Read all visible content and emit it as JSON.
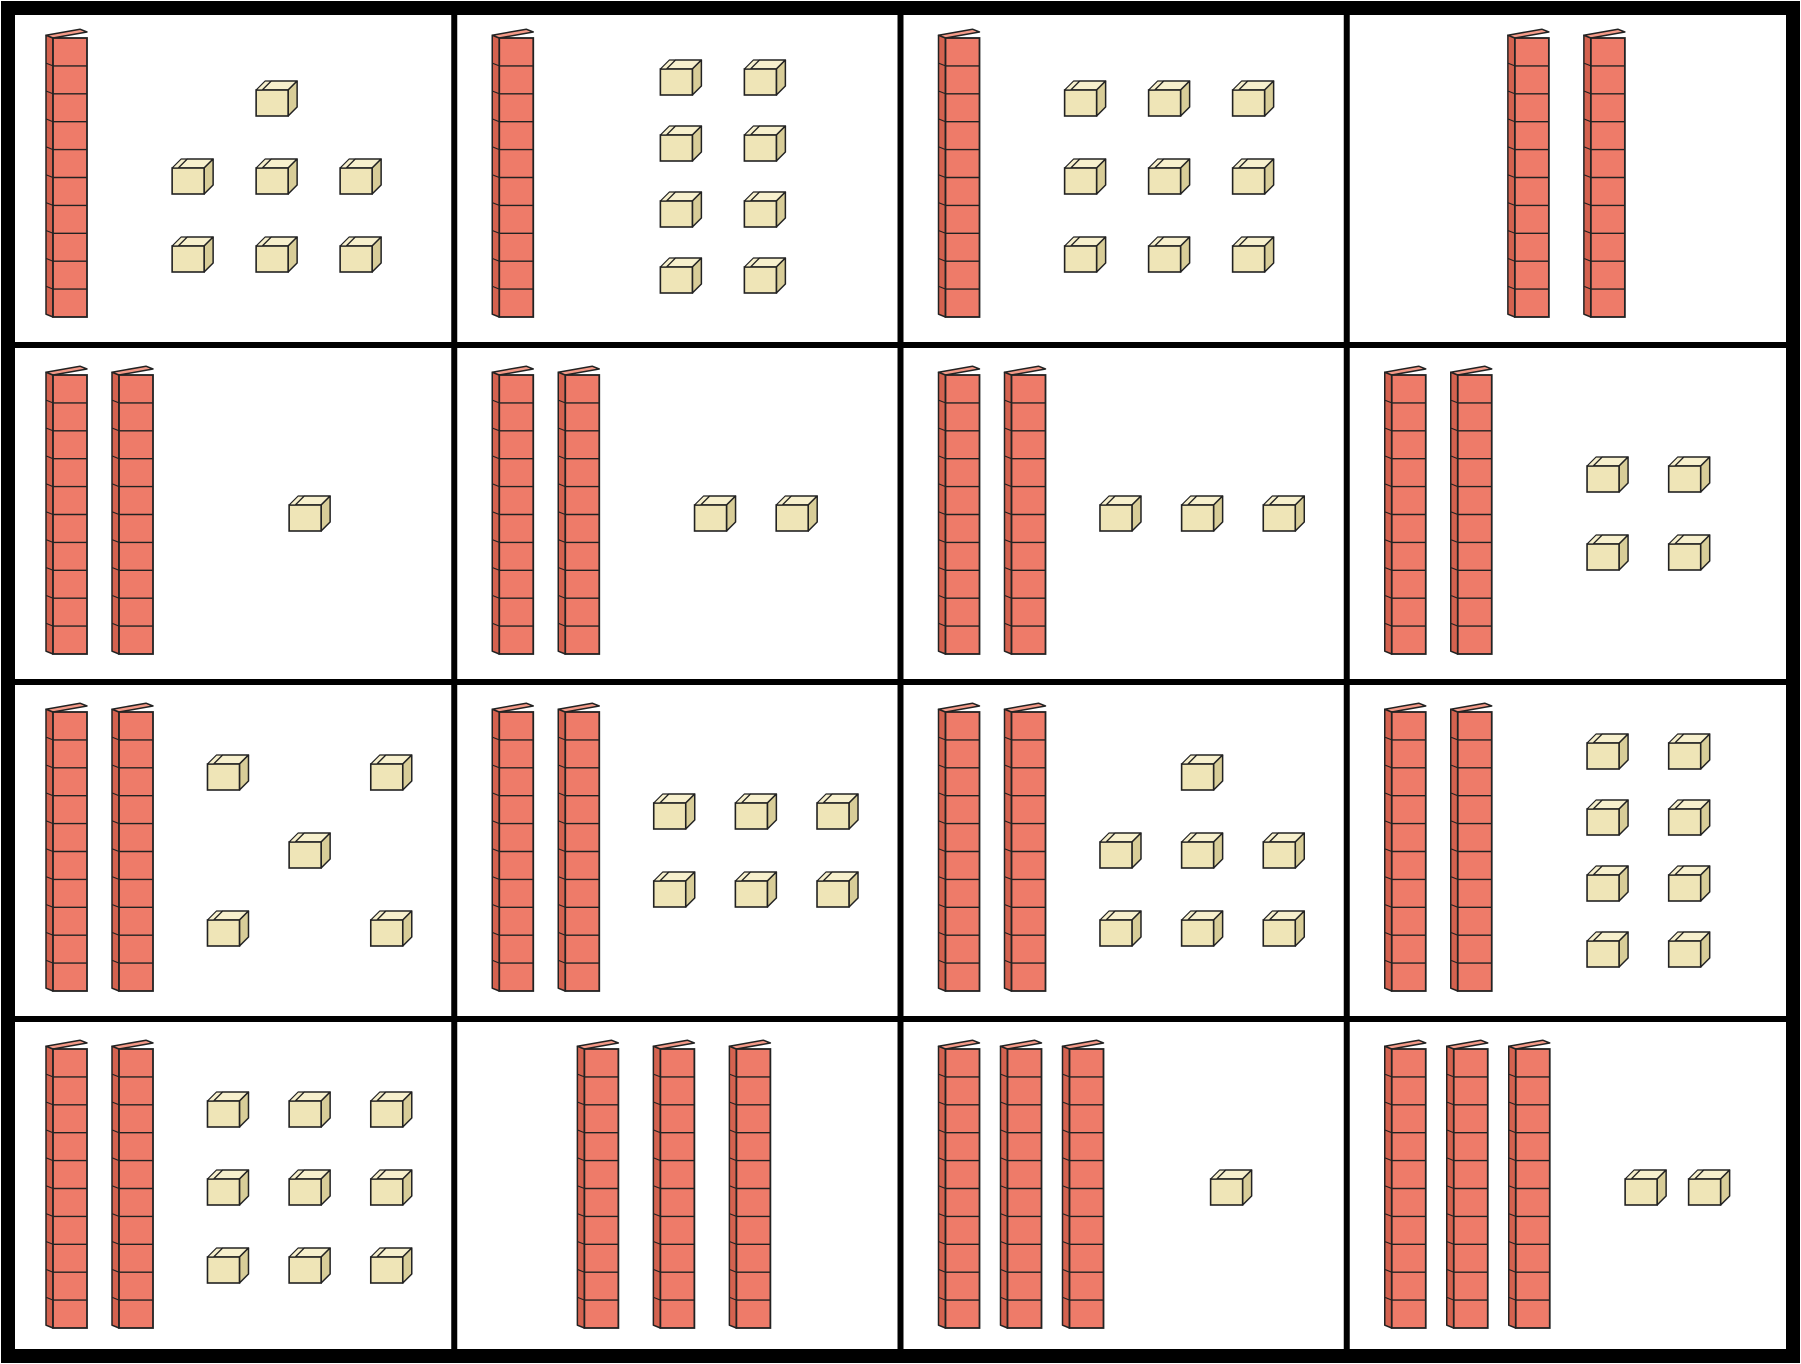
{
  "colors": {
    "background": "#ffffff",
    "frame": "#000000",
    "rod_front": "#ee7b69",
    "rod_side": "#d4624f",
    "rod_top": "#f49a88",
    "cube_front": "#efe5b7",
    "cube_side": "#d8cd98",
    "cube_top": "#f7f0cd",
    "outline": "#222222"
  },
  "layout": {
    "rows": 4,
    "columns": 4
  },
  "cards": [
    {
      "tens": 1,
      "ones": 7
    },
    {
      "tens": 1,
      "ones": 8
    },
    {
      "tens": 1,
      "ones": 9
    },
    {
      "tens": 2,
      "ones": 0
    },
    {
      "tens": 2,
      "ones": 1
    },
    {
      "tens": 2,
      "ones": 2
    },
    {
      "tens": 2,
      "ones": 3
    },
    {
      "tens": 2,
      "ones": 4
    },
    {
      "tens": 2,
      "ones": 5
    },
    {
      "tens": 2,
      "ones": 6
    },
    {
      "tens": 2,
      "ones": 7
    },
    {
      "tens": 2,
      "ones": 8
    },
    {
      "tens": 2,
      "ones": 9
    },
    {
      "tens": 3,
      "ones": 0
    },
    {
      "tens": 3,
      "ones": 1
    },
    {
      "tens": 3,
      "ones": 2
    }
  ]
}
